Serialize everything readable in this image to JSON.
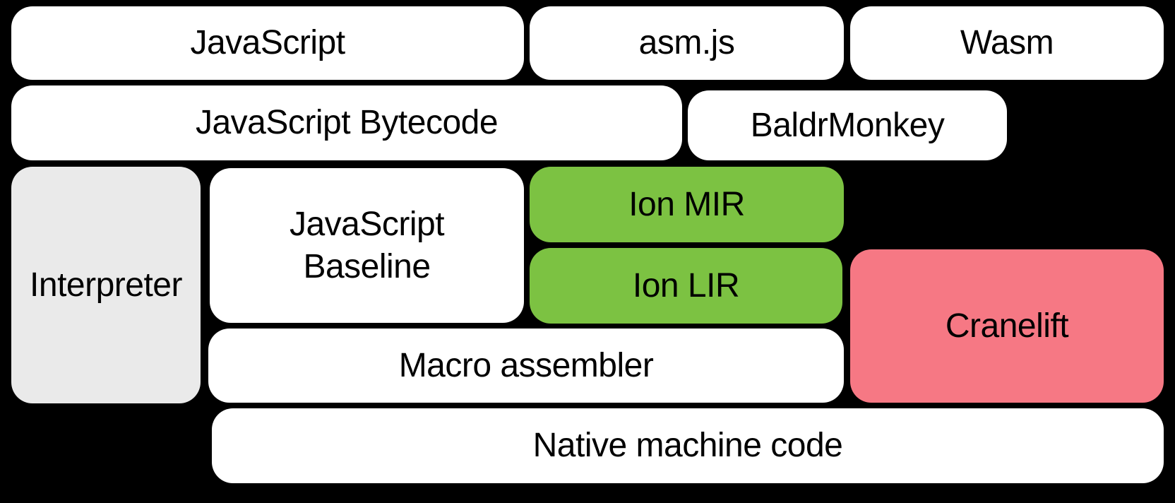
{
  "diagram": {
    "background": "#000000",
    "colors": {
      "white": "#ffffff",
      "gray": "#eaeaea",
      "green": "#7cc242",
      "pink": "#f67884",
      "text": "#000000"
    },
    "nodes": {
      "javascript": {
        "label": "JavaScript",
        "fill": "#ffffff"
      },
      "asmjs": {
        "label": "asm.js",
        "fill": "#ffffff"
      },
      "wasm": {
        "label": "Wasm",
        "fill": "#ffffff"
      },
      "javascript_bytecode": {
        "label": "JavaScript Bytecode",
        "fill": "#ffffff"
      },
      "baldrmonkey": {
        "label": "BaldrMonkey",
        "fill": "#ffffff"
      },
      "interpreter": {
        "label": "Interpreter",
        "fill": "#eaeaea"
      },
      "javascript_baseline": {
        "label": "JavaScript\nBaseline",
        "fill": "#ffffff"
      },
      "ion_mir": {
        "label": "Ion MIR",
        "fill": "#7cc242"
      },
      "ion_lir": {
        "label": "Ion LIR",
        "fill": "#7cc242"
      },
      "cranelift": {
        "label": "Cranelift",
        "fill": "#f67884"
      },
      "macro_assembler": {
        "label": "Macro assembler",
        "fill": "#ffffff"
      },
      "native_machine_code": {
        "label": "Native machine code",
        "fill": "#ffffff"
      }
    }
  }
}
